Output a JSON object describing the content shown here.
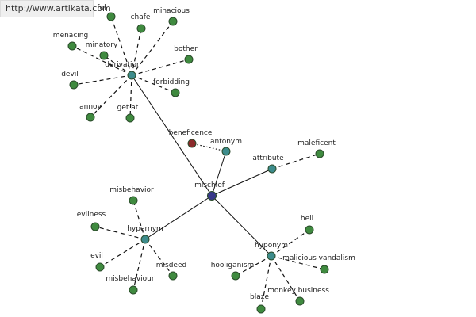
{
  "banner": {
    "url": "http://www.artikata.com"
  },
  "colors": {
    "leaf": "#3f8a3f",
    "relation": "#3d8c8c",
    "center": "#38388a",
    "antonym_leaf": "#8b2a2a"
  },
  "graph": {
    "center": {
      "id": "mischief",
      "label": "mischief"
    },
    "relations": [
      {
        "id": "derivation",
        "label": "derivation",
        "leaves": [
          "chafe",
          "minacious",
          "bother",
          "forbidding",
          "get at",
          "annoy",
          "devil",
          "menacing",
          "minatory",
          "ful"
        ]
      },
      {
        "id": "antonym",
        "label": "antonym",
        "leaves": [
          "beneficence"
        ]
      },
      {
        "id": "attribute",
        "label": "attribute",
        "leaves": [
          "maleficent"
        ]
      },
      {
        "id": "hypernym",
        "label": "hypernym",
        "leaves": [
          "misbehavior",
          "evilness",
          "evil",
          "misbehaviour",
          "misdeed"
        ]
      },
      {
        "id": "hyponym",
        "label": "hyponym",
        "leaves": [
          "hell",
          "malicious vandalism",
          "monkey business",
          "blaze",
          "hooliganism"
        ]
      }
    ]
  }
}
